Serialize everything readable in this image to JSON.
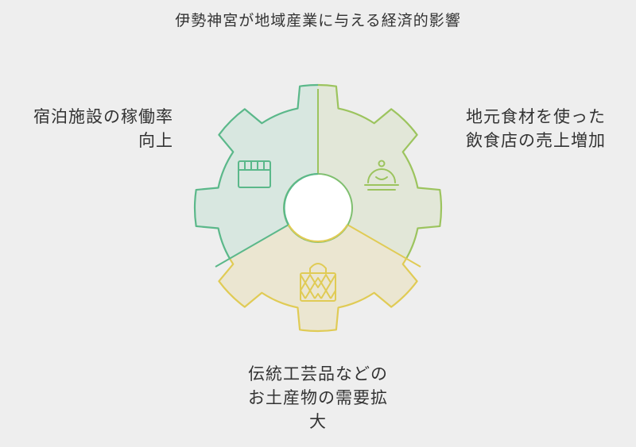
{
  "title": "伊勢神宮が地域産業に与える経済的影響",
  "segments": [
    {
      "id": "lodging",
      "label_lines": [
        "宿泊施設の稼働率",
        "向上"
      ],
      "icon": "calendar-icon",
      "color": "#5bb88a",
      "fill": "#d8e7e0"
    },
    {
      "id": "food",
      "label_lines": [
        "地元食材を使った",
        "飲食店の売上増加"
      ],
      "icon": "food-cloche-icon",
      "color": "#9cc45e",
      "fill": "#e2e7d8"
    },
    {
      "id": "crafts",
      "label_lines": [
        "伝統工芸品などの",
        "お土産物の需要拡",
        "大"
      ],
      "icon": "shopping-bag-icon",
      "color": "#e0cb55",
      "fill": "#ebe6d1"
    }
  ]
}
